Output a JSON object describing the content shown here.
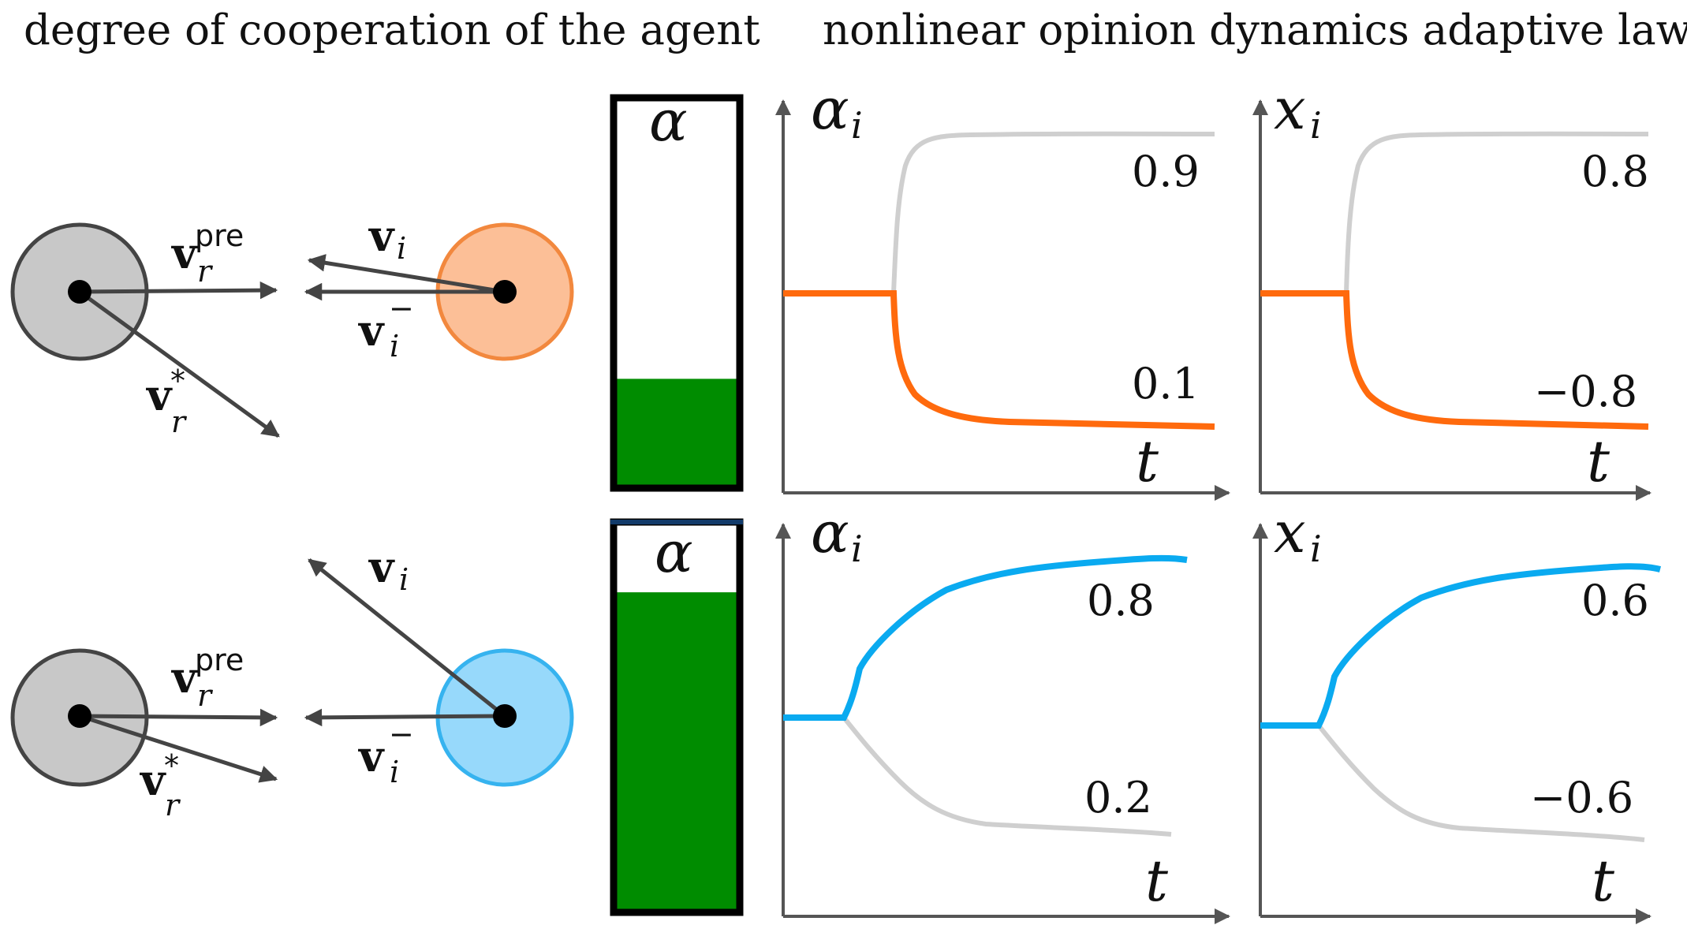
{
  "headers": {
    "left": "degree of cooperation of the agent",
    "right": "nonlinear opinion dynamics adaptive law"
  },
  "colors": {
    "robot": "#c8c8c8",
    "robot_stroke": "#444444",
    "agent_orange": "#fcbf97",
    "agent_orange_stroke": "#f2883e",
    "agent_blue": "#97d9fb",
    "agent_blue_stroke": "#36b3ef",
    "line_orange": "#ff6a0d",
    "line_blue": "#0aaaf0",
    "line_gray": "#cfcfcf",
    "bar_green": "#008c00",
    "bar_border": "#000000"
  },
  "labels": {
    "v": "v",
    "r": "r",
    "i": "i",
    "pre": "pre",
    "star": "*",
    "minus": "−",
    "alpha": "α",
    "x": "x",
    "t": "t"
  },
  "rows": [
    {
      "alpha_level": 0.28,
      "alpha_upper": "0.9",
      "alpha_lower": "0.1",
      "x_upper": "0.8",
      "x_lower": "−0.8",
      "highlight": "lower"
    },
    {
      "alpha_level": 0.82,
      "alpha_upper": "0.8",
      "alpha_lower": "0.2",
      "x_upper": "0.6",
      "x_lower": "−0.6",
      "highlight": "upper"
    }
  ]
}
